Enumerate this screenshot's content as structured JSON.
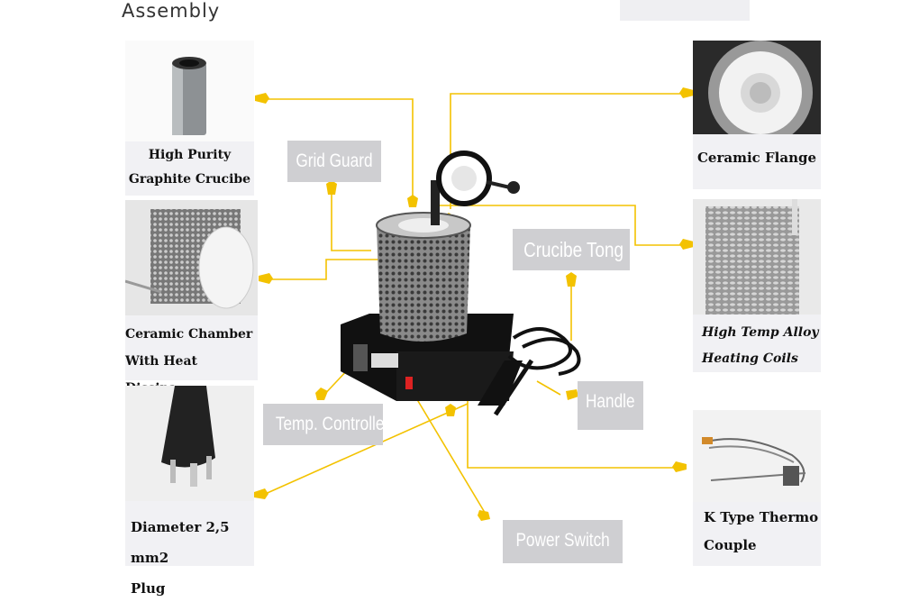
{
  "header": {
    "title": "Assembly"
  },
  "colors": {
    "leader": "#f3c200",
    "tag_bg": "#cfcfd2",
    "card_bg": "#f1f1f4"
  },
  "cards": {
    "crucible": {
      "line1": "High Purity",
      "line2": "Graphite Crucibe"
    },
    "chamber": {
      "line1": "Ceramic Chamber",
      "line2": "With Heat Dissipa-"
    },
    "plug": {
      "line1": "Diameter 2,5 mm2",
      "line2": "Plug"
    },
    "flange": {
      "line1": "Ceramic Flange"
    },
    "coils": {
      "line1": "High Temp Alloy",
      "line2": "Heating Coils"
    },
    "thermo": {
      "line1": "K Type Thermo",
      "line2": "Couple"
    }
  },
  "tags": {
    "grid_guard": "Grid Guard",
    "crucibe_tong": "Crucibe Tong",
    "handle": "Handle",
    "temp_controller": "Temp. Controller",
    "power_switch": "Power Switch"
  }
}
